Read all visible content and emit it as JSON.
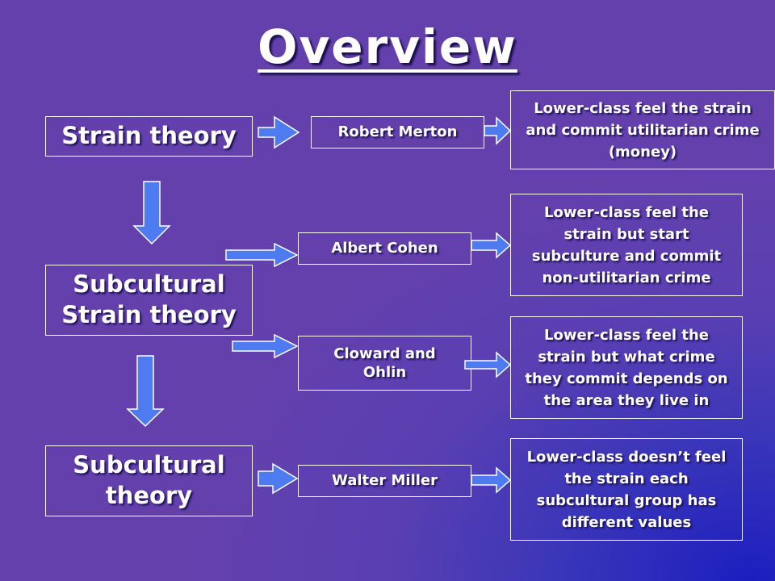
{
  "title": "Overview",
  "theories": [
    {
      "label": "Strain theory"
    },
    {
      "label": "Subcultural Strain theory"
    },
    {
      "label": "Subcultural theory"
    }
  ],
  "theorists": [
    {
      "name": "Robert Merton"
    },
    {
      "name": "Albert Cohen"
    },
    {
      "name": "Cloward and Ohlin"
    },
    {
      "name": "Walter Miller"
    }
  ],
  "descriptions": [
    {
      "text": "Lower-class feel the strain and commit utilitarian crime (money)"
    },
    {
      "text": "Lower-class feel the strain but start subculture and commit non-utilitarian crime"
    },
    {
      "text": "Lower-class feel the strain but what crime they commit depends on the area they live in"
    },
    {
      "text": "Lower-class doesn’t feel the strain each subcultural group has different values"
    }
  ],
  "colors": {
    "arrow_fill": "#4f7bf0",
    "arrow_stroke": "#ffffff",
    "box_border": "#ffffff"
  }
}
